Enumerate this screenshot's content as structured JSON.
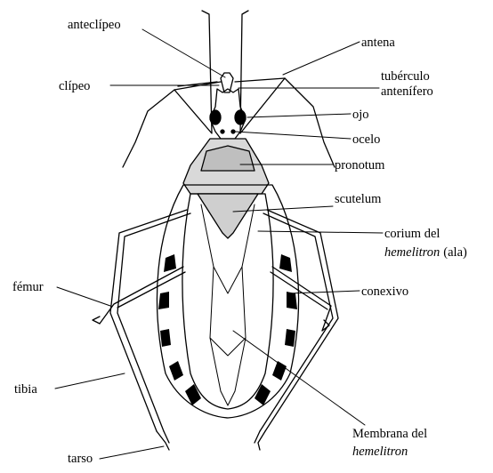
{
  "labels": {
    "anteclipeo": "anteclípeo",
    "antena": "antena",
    "clipeo": "clípeo",
    "tuberculo_line1": "tubérculo",
    "tuberculo_line2": "antenífero",
    "ojo": "ojo",
    "ocelo": "ocelo",
    "pronotum": "pronotum",
    "scutelum": "scutelum",
    "corium_line1": "corium del",
    "corium_hem": "hemelitron",
    "corium_ala": "(ala)",
    "conexivo": "conexivo",
    "femur": "fémur",
    "tibia": "tibia",
    "tarso": "tarso",
    "membrana_line1": "Membrana del",
    "membrana_line2": "hemelitron"
  },
  "colors": {
    "ink": "#000000",
    "background": "#ffffff",
    "pronotum_fill": "#d9d9d9"
  }
}
